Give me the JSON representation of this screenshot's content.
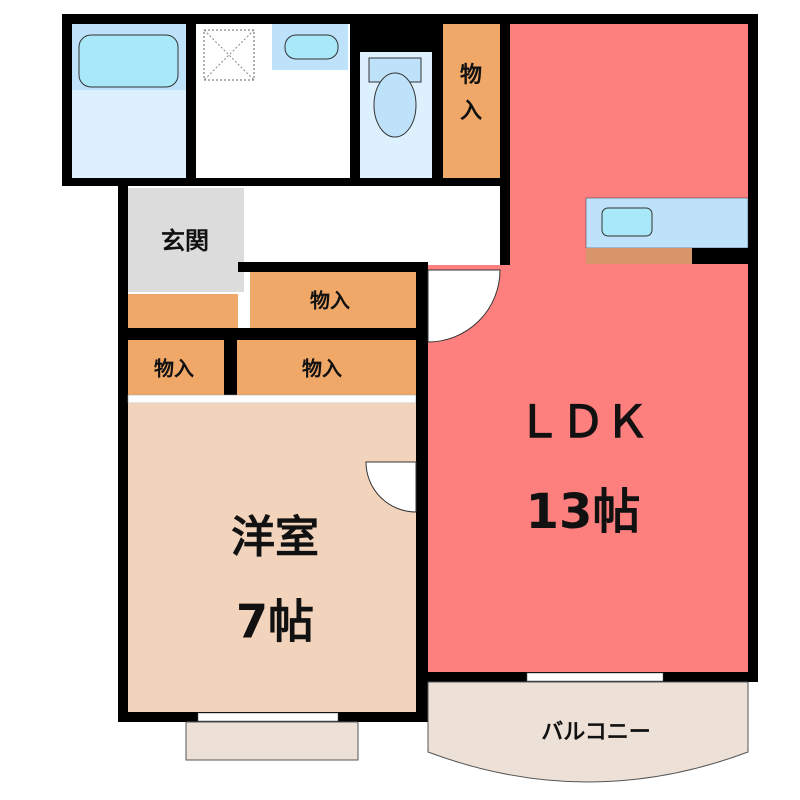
{
  "rooms": {
    "ldk": {
      "name": "ＬＤＫ",
      "size": "13帖"
    },
    "western": {
      "name": "洋室",
      "size": "7帖"
    },
    "entrance": {
      "name": "玄関"
    },
    "storage_top_right": {
      "line1": "物",
      "line2": "入"
    },
    "storage_hall": {
      "name": "物入"
    },
    "storage_small": {
      "name": "物入"
    },
    "storage_mid": {
      "name": "物入"
    },
    "balcony": {
      "name": "バルコニー"
    }
  },
  "colors": {
    "ldk": "#fd7f7e",
    "western": "#f2d4bc",
    "storage": "#f0a868",
    "wet": "#ddf0fd",
    "fixture": "#a8e8f8",
    "entrance": "#dcdcdc",
    "balcony": "#ede0d6",
    "wall": "#000000"
  }
}
